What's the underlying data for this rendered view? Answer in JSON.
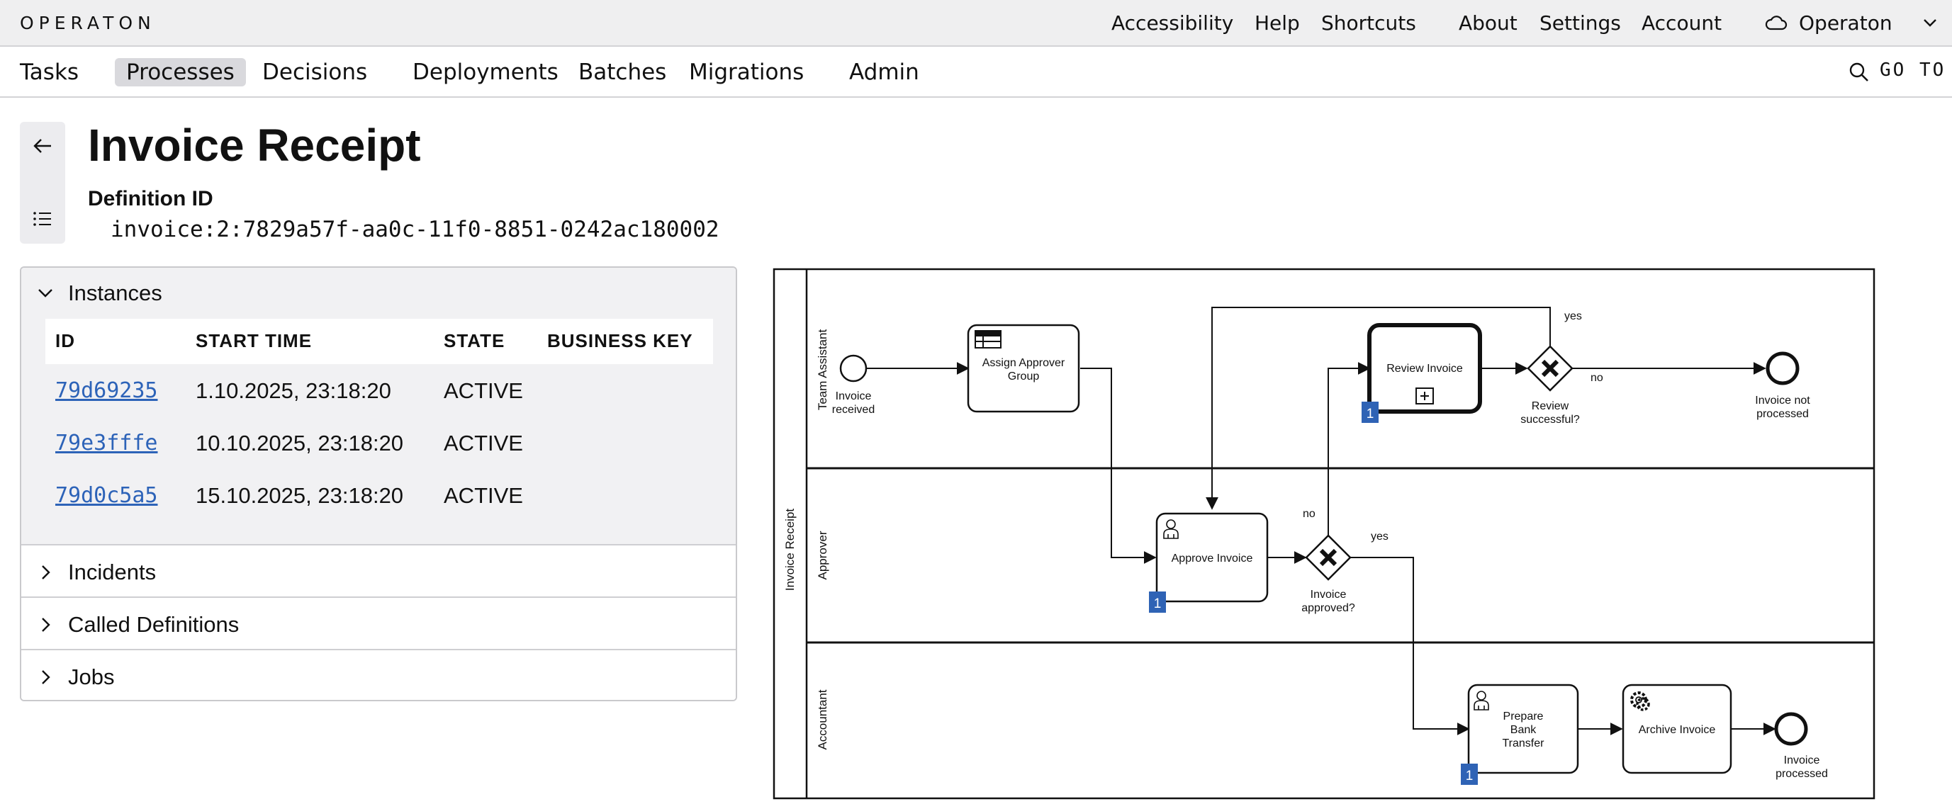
{
  "topbar": {
    "brand": "OPERATON",
    "links": {
      "accessibility": "Accessibility",
      "help": "Help",
      "shortcuts": "Shortcuts",
      "about": "About",
      "settings": "Settings",
      "account": "Account"
    },
    "user": "Operaton"
  },
  "nav": {
    "tasks": "Tasks",
    "processes": "Processes",
    "decisions": "Decisions",
    "deployments": "Deployments",
    "batches": "Batches",
    "migrations": "Migrations",
    "admin": "Admin",
    "goto": "GO TO"
  },
  "page": {
    "title": "Invoice Receipt",
    "definition_label": "Definition ID",
    "definition_value": "invoice:2:7829a57f-aa0c-11f0-8851-0242ac180002"
  },
  "instances": {
    "section_title": "Instances",
    "columns": [
      "ID",
      "START TIME",
      "STATE",
      "BUSINESS KEY"
    ],
    "rows": [
      {
        "id": "79d69235",
        "start": "1.10.2025, 23:18:20",
        "state": "ACTIVE",
        "key": ""
      },
      {
        "id": "79e3fffe",
        "start": "10.10.2025, 23:18:20",
        "state": "ACTIVE",
        "key": ""
      },
      {
        "id": "79d0c5a5",
        "start": "15.10.2025, 23:18:20",
        "state": "ACTIVE",
        "key": ""
      }
    ]
  },
  "sections": {
    "incidents": "Incidents",
    "called": "Called Definitions",
    "jobs": "Jobs"
  },
  "diagram": {
    "pool": "Invoice Receipt",
    "lanes": {
      "team_assistant": "Team Assistant",
      "approver": "Approver",
      "accountant": "Accountant"
    },
    "start_event": [
      "Invoice",
      "received"
    ],
    "assign_task": [
      "Assign Approver",
      "Group"
    ],
    "review_task": "Review Invoice",
    "review_gateway": [
      "Review",
      "successful?"
    ],
    "not_processed": [
      "Invoice not",
      "processed"
    ],
    "approve_task": "Approve Invoice",
    "approve_gateway": [
      "Invoice",
      "approved?"
    ],
    "prepare_task": [
      "Prepare",
      "Bank",
      "Transfer"
    ],
    "archive_task": "Archive Invoice",
    "processed": [
      "Invoice",
      "processed"
    ],
    "flow_labels": {
      "yes_review": "yes",
      "no_review": "no",
      "no_approve": "no",
      "yes_approve": "yes"
    },
    "badges": {
      "review": "1",
      "approve": "1",
      "prepare": "1"
    },
    "badge_color": "#2f63b5"
  },
  "colors": {
    "link": "#2d63b8",
    "active_nav_bg": "#d9d9dd",
    "badge": "#2f63b5"
  }
}
